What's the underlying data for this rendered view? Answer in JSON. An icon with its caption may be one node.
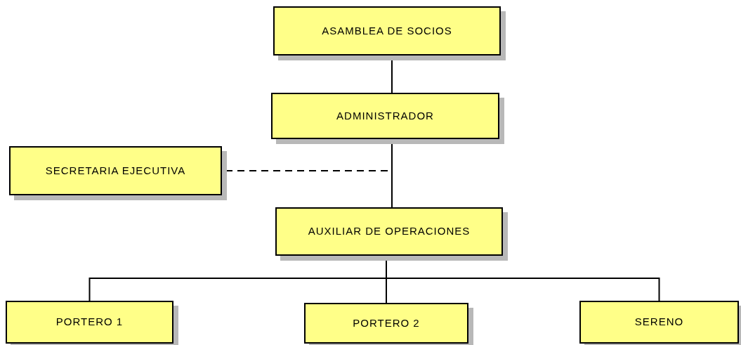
{
  "diagram": {
    "nodes": [
      {
        "text": [
          "ASAMBLEA DE SOCIOS"
        ]
      },
      {
        "text": [
          "ADMINISTRADOR"
        ]
      },
      {
        "text": [
          "SECRETARIA EJECUTIVA"
        ]
      },
      {
        "text": [
          "AUXILIAR DE OPERACIONES"
        ]
      },
      {
        "text": [
          "PORTERO 1"
        ]
      },
      {
        "text": [
          "PORTERO 2"
        ]
      },
      {
        "text": [
          "SERENO"
        ]
      }
    ],
    "edges": [
      {
        "from": 0,
        "to": 1,
        "arrow": "none"
      },
      {
        "from": 1,
        "to": 3,
        "arrow": "none"
      },
      {
        "from": 1,
        "to": 2,
        "arrow": "none",
        "style": "dashed"
      },
      {
        "from": 3,
        "to": 4,
        "arrow": "none"
      },
      {
        "from": 3,
        "to": 5,
        "arrow": "none"
      },
      {
        "from": 3,
        "to": 6,
        "arrow": "none"
      }
    ]
  }
}
